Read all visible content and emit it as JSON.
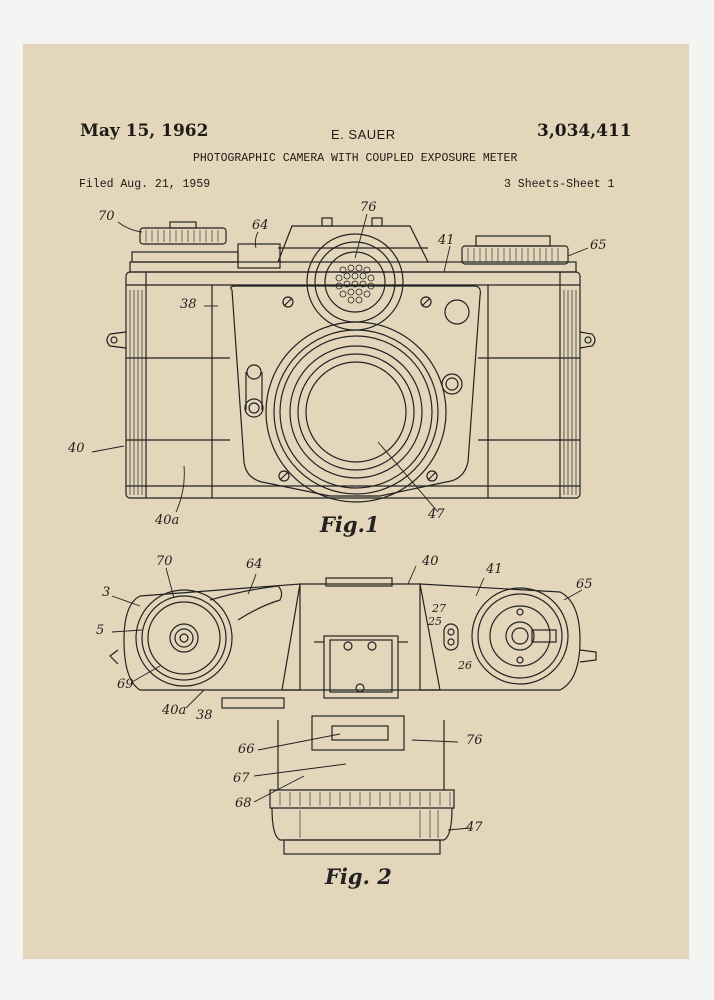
{
  "header": {
    "date": "May 15, 1962",
    "inventor": "E. SAUER",
    "patent_number": "3,034,411",
    "title": "PHOTOGRAPHIC CAMERA WITH COUPLED EXPOSURE METER",
    "filed": "Filed Aug. 21, 1959",
    "sheets": "3 Sheets-Sheet 1"
  },
  "figures": {
    "fig1": {
      "caption": "Fig.1",
      "labels": {
        "l70": "70",
        "l64": "64",
        "l76": "76",
        "l41": "41",
        "l65": "65",
        "l38": "38",
        "l40": "40",
        "l40a": "40a",
        "l47": "47"
      }
    },
    "fig2": {
      "caption": "Fig. 2",
      "labels": {
        "l70": "70",
        "l64": "64",
        "l40": "40",
        "l41": "41",
        "l65": "65",
        "l3": "3",
        "l5": "5",
        "l69": "69",
        "l40a": "40a",
        "l38": "38",
        "l27": "27",
        "l25": "25",
        "l26": "26",
        "l66": "66",
        "l76": "76",
        "l67": "67",
        "l68": "68",
        "l47": "47"
      }
    }
  },
  "colors": {
    "paper": "#e4d6bb",
    "ink": "#1e1a16",
    "mat": "#f4f4f3"
  }
}
